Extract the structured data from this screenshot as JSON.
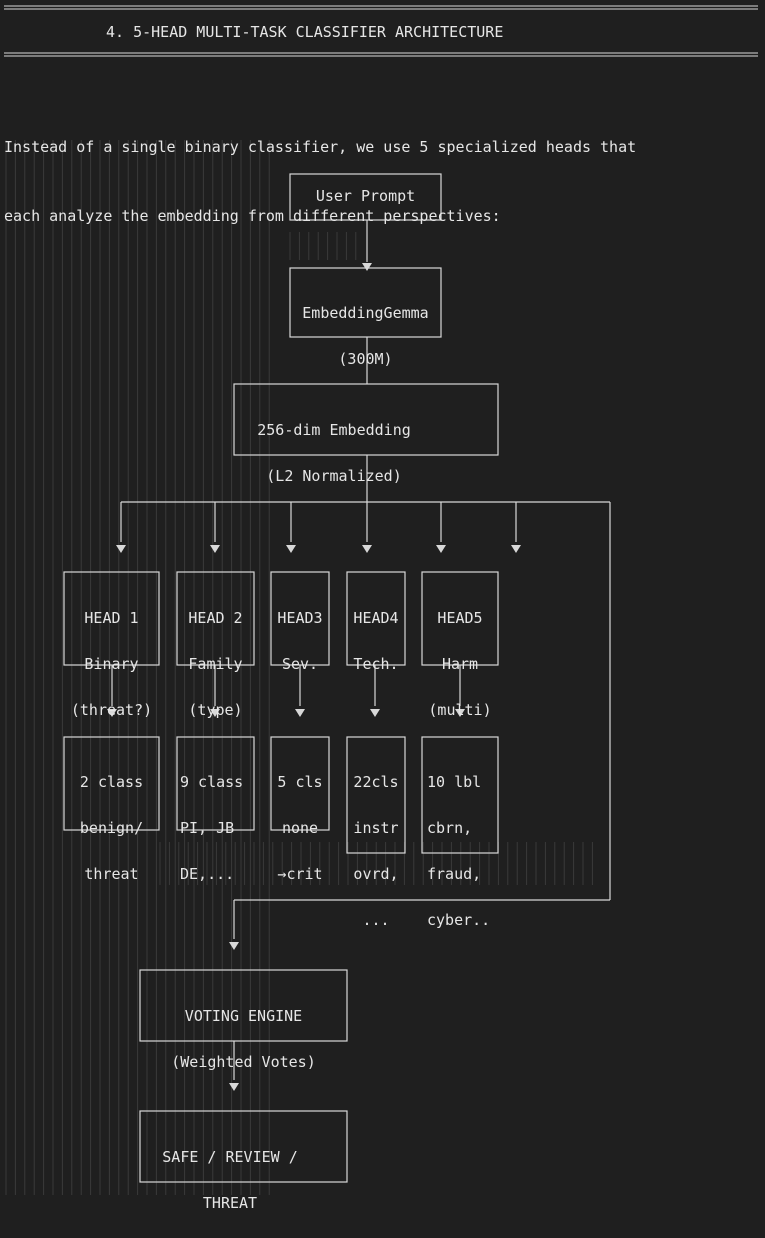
{
  "header": {
    "title": "4. 5-HEAD MULTI-TASK CLASSIFIER ARCHITECTURE"
  },
  "intro": {
    "line1": "Instead of a single binary classifier, we use 5 specialized heads that",
    "line2": "each analyze the embedding from different perspectives:"
  },
  "diagram": {
    "user_prompt": "User Prompt",
    "embedding_model": [
      "EmbeddingGemma",
      "(300M)"
    ],
    "embedding_vector": [
      "256-dim Embedding",
      "(L2 Normalized)"
    ],
    "heads": [
      {
        "label": [
          "HEAD 1",
          "Binary",
          "(threat?)"
        ],
        "classes": [
          "2 class",
          "benign/",
          "threat"
        ]
      },
      {
        "label": [
          "HEAD 2",
          "Family",
          "(type)"
        ],
        "classes": [
          "9 class",
          "PI, JB",
          "DE,..."
        ]
      },
      {
        "label": [
          "HEAD3",
          "Sev."
        ],
        "classes": [
          "5 cls",
          "none",
          "→crit"
        ]
      },
      {
        "label": [
          "HEAD4",
          "Tech."
        ],
        "classes": [
          "22cls",
          "instr",
          "ovrd,",
          "..."
        ]
      },
      {
        "label": [
          "HEAD5",
          "Harm",
          "(multi)"
        ],
        "classes": [
          "10 lbl",
          "cbrn,",
          "fraud,",
          "cyber.."
        ]
      }
    ],
    "voting": [
      "VOTING ENGINE",
      "(Weighted Votes)"
    ],
    "output": [
      "SAFE / REVIEW /",
      "THREAT"
    ]
  },
  "colors": {
    "background": "#1f1f1f",
    "text": "#e6e6e6",
    "line": "#d8d8d8",
    "faint": "#3a3a3a"
  }
}
